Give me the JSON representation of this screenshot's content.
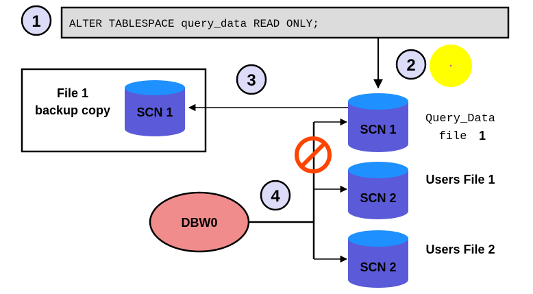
{
  "steps": {
    "step1": "1",
    "step2": "2",
    "step3": "3",
    "step4": "4"
  },
  "command": "ALTER TABLESPACE query_data READ ONLY;",
  "backup_box": {
    "title_line1": "File 1",
    "title_line2": "backup copy",
    "cylinder_label": "SCN 1"
  },
  "files": [
    {
      "cylinder_label": "SCN 1",
      "name_line1": "Query_Data",
      "name_line2_prefix": "file",
      "name_line2_number": "1"
    },
    {
      "cylinder_label": "SCN 2",
      "name_line1": "Users File 1"
    },
    {
      "cylinder_label": "SCN 2",
      "name_line1": "Users File 2"
    }
  ],
  "process": {
    "label": "DBW0"
  },
  "colors": {
    "cylinder_side": "#5b5bd9",
    "cylinder_top": "#1e90ff",
    "step_circle_fill": "#dcdcf8",
    "command_box_fill": "#dcdcdc",
    "dbw_fill": "#f08c8c",
    "yellow_highlight": "#ffff00",
    "prohibited": "#ff4400"
  }
}
